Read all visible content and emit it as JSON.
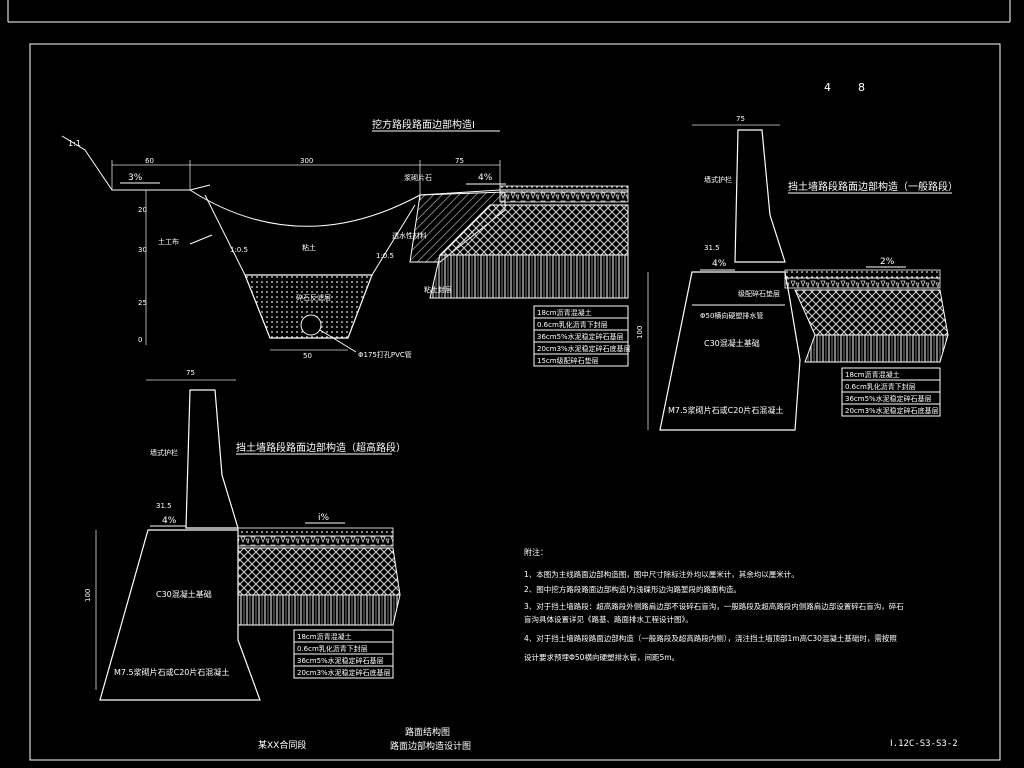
{
  "section_a": {
    "title": "挖方路段路面边部构造Ⅰ",
    "slope_ratio": "1:1",
    "dim_60": "60",
    "dim_300": "300",
    "dim_75": "75",
    "slope_left": "3%",
    "slope_right": "4%",
    "dim_v_20": "20",
    "dim_v_30": "30",
    "dim_v_25": "25",
    "dim_v_0": "0",
    "label_shoulder": "浆砌片石",
    "label_cover": "土工布",
    "label_seepage": "透水性材料",
    "label_drain_filter": "碎石反滤层",
    "label_soil": "粘土",
    "label_slope1": "1:0.5",
    "label_slope2": "1:0.5",
    "label_pipe": "Φ175打孔PVC管",
    "dim_50": "50",
    "label_seal": "粘土封层",
    "layers": [
      "18cm沥青混凝土",
      "0.6cm乳化沥青下封层",
      "36cm5%水泥稳定碎石基层",
      "20cm3%水泥稳定碎石底基层",
      "15cm级配碎石垫层"
    ]
  },
  "page_marker": {
    "a": "4",
    "b": "8"
  },
  "section_b": {
    "title": "挡土墙路段路面边部构造（一般路段）",
    "dim_75": "75",
    "label_wall": "墙式护栏",
    "dim_31_5": "31.5",
    "slope_4": "4%",
    "slope_2": "2%",
    "label_gravel": "级配碎石垫层",
    "label_pipe": "Φ50横向硬塑排水管",
    "label_base": "C30混凝土基础",
    "dim_100": "100",
    "label_foundation": "M7.5浆砌片石或C20片石混凝土",
    "layers": [
      "18cm沥青混凝土",
      "0.6cm乳化沥青下封层",
      "36cm5%水泥稳定碎石基层",
      "20cm3%水泥稳定碎石底基层"
    ]
  },
  "section_c": {
    "title": "挡土墙路段路面边部构造（超高路段）",
    "dim_75": "75",
    "label_wall": "墙式护栏",
    "dim_31_5": "31.5",
    "slope_4": "4%",
    "slope_i": "i%",
    "label_base": "C30混凝土基础",
    "dim_100": "100",
    "label_foundation": "M7.5浆砌片石或C20片石混凝土",
    "layers": [
      "18cm沥青混凝土",
      "0.6cm乳化沥青下封层",
      "36cm5%水泥稳定碎石基层",
      "20cm3%水泥稳定碎石底基层"
    ]
  },
  "notes": {
    "heading": "附注：",
    "items": [
      "1、本图为主线路面边部构造图，图中尺寸除标注外均以厘米计，其余均以厘米计。",
      "2、图中挖方路段路面边部构造Ⅰ为浅碟形边沟路堑段的路面构造。",
      "3、对于挡土墙路段：超高路段外侧路肩边部不设碎石盲沟，一般路段及超高路段内侧路肩边部设置碎石盲沟，碎石",
      "   盲沟具体设置详见《路基、路面排水工程设计图》。",
      "4、对于挡土墙路段路面边部构造（一般路段及超高路段内侧），浇注挡土墙顶部1m高C30混凝土基础时，需按照",
      "   设计要求预埋Φ50横向硬塑排水管，间距5m。"
    ]
  },
  "titleblock": {
    "project": "某XX合同段",
    "drawing_category": "路面结构图",
    "drawing_name": "路面边部构造设计图",
    "drawing_no": "Ⅰ.12C-S3-S3-2"
  },
  "colors": {
    "background": "#000000",
    "lines": "#ffffff",
    "hatch": "#cfcfcf"
  }
}
